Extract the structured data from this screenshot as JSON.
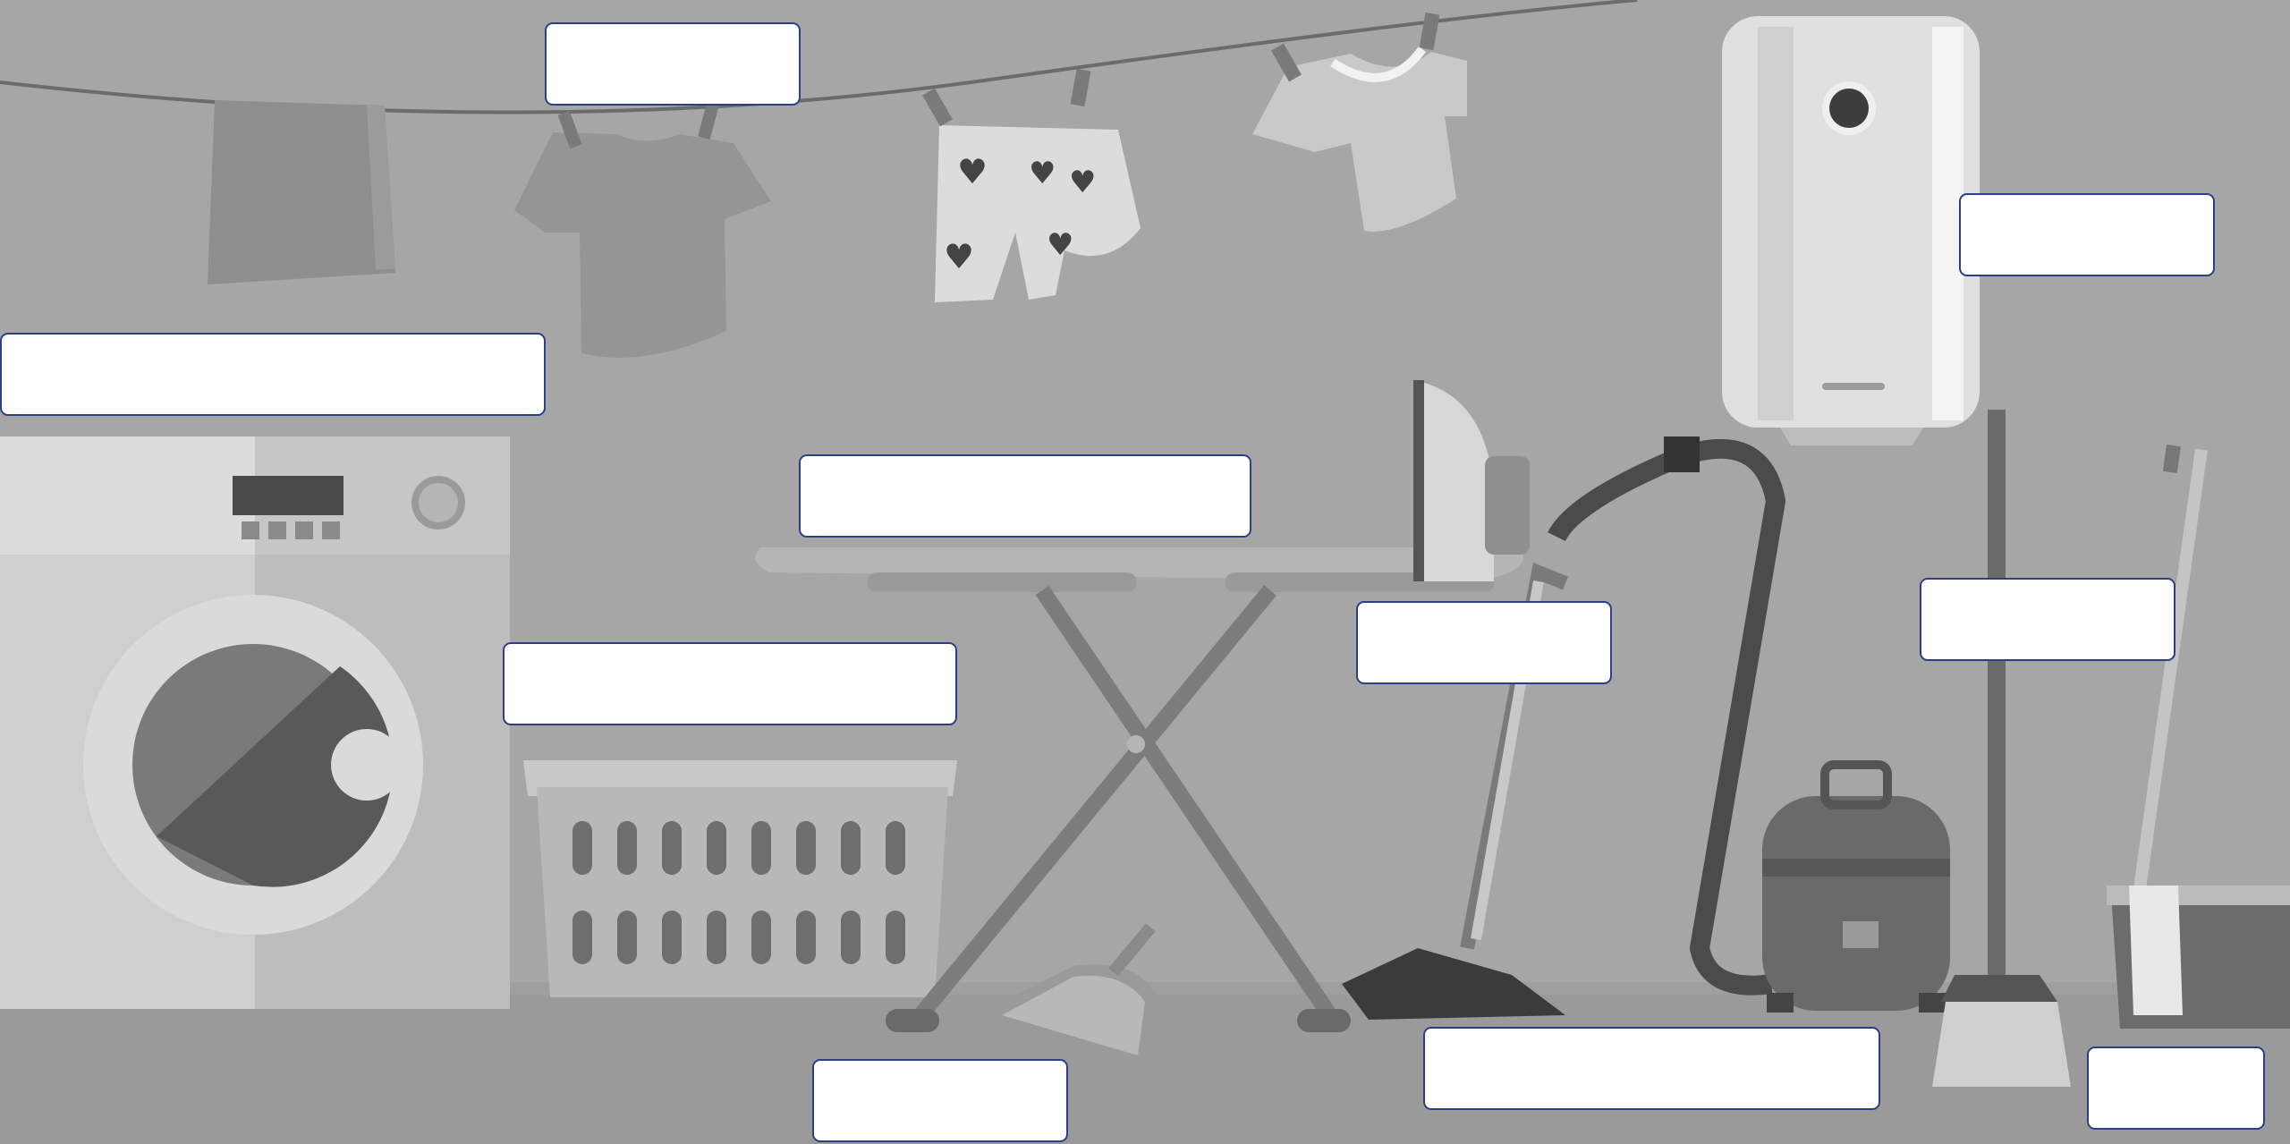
{
  "scene": {
    "description_labels": [
      {
        "id": "b1",
        "value": ""
      },
      {
        "id": "b2",
        "value": ""
      },
      {
        "id": "b3",
        "value": ""
      },
      {
        "id": "b4",
        "value": ""
      },
      {
        "id": "b5",
        "value": ""
      },
      {
        "id": "b6",
        "value": ""
      },
      {
        "id": "b7",
        "value": ""
      },
      {
        "id": "b8",
        "value": ""
      },
      {
        "id": "b9",
        "value": ""
      },
      {
        "id": "b10",
        "value": ""
      }
    ]
  },
  "colors": {
    "background": "#a6a6a6",
    "floor": "#9a9a9a",
    "box_border": "#2b3f86",
    "box_fill": "#ffffff"
  },
  "icons": [
    "clothesline-icon",
    "towel-icon",
    "tshirt-icon",
    "shorts-icon",
    "water-heater-icon",
    "washing-machine-icon",
    "laundry-basket-icon",
    "ironing-board-icon",
    "iron-icon",
    "vacuum-cleaner-icon",
    "broom-icon",
    "mop-bucket-icon",
    "dustpan-icon"
  ]
}
